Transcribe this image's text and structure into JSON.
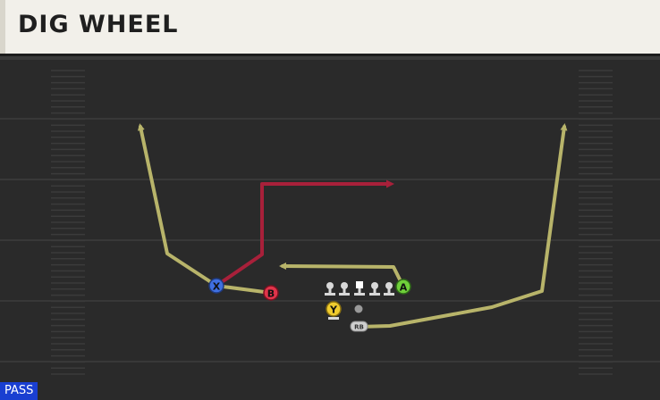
{
  "play": {
    "title": "DIG WHEEL",
    "type_badge": "PASS"
  },
  "players": [
    {
      "id": "X",
      "label": "X",
      "color": "#3f6fe0"
    },
    {
      "id": "B",
      "label": "B",
      "color": "#e0344a"
    },
    {
      "id": "A",
      "label": "A",
      "color": "#6fcf3a"
    },
    {
      "id": "Y",
      "label": "Y",
      "color": "#f0cc2e"
    },
    {
      "id": "RB",
      "label": "RB",
      "color": "#cfcfcf"
    }
  ],
  "colors": {
    "field": "#2a2a2a",
    "yard_line": "#3d3d3d",
    "route_primary": "#b8b46a",
    "route_highlight": "#a8203a",
    "lineman": "#d8d8d8",
    "badge_bg": "#1a3fd1"
  },
  "icons": {
    "lineman": "lineman-icon",
    "center": "center-icon",
    "qb": "quarterback-dot-icon"
  }
}
